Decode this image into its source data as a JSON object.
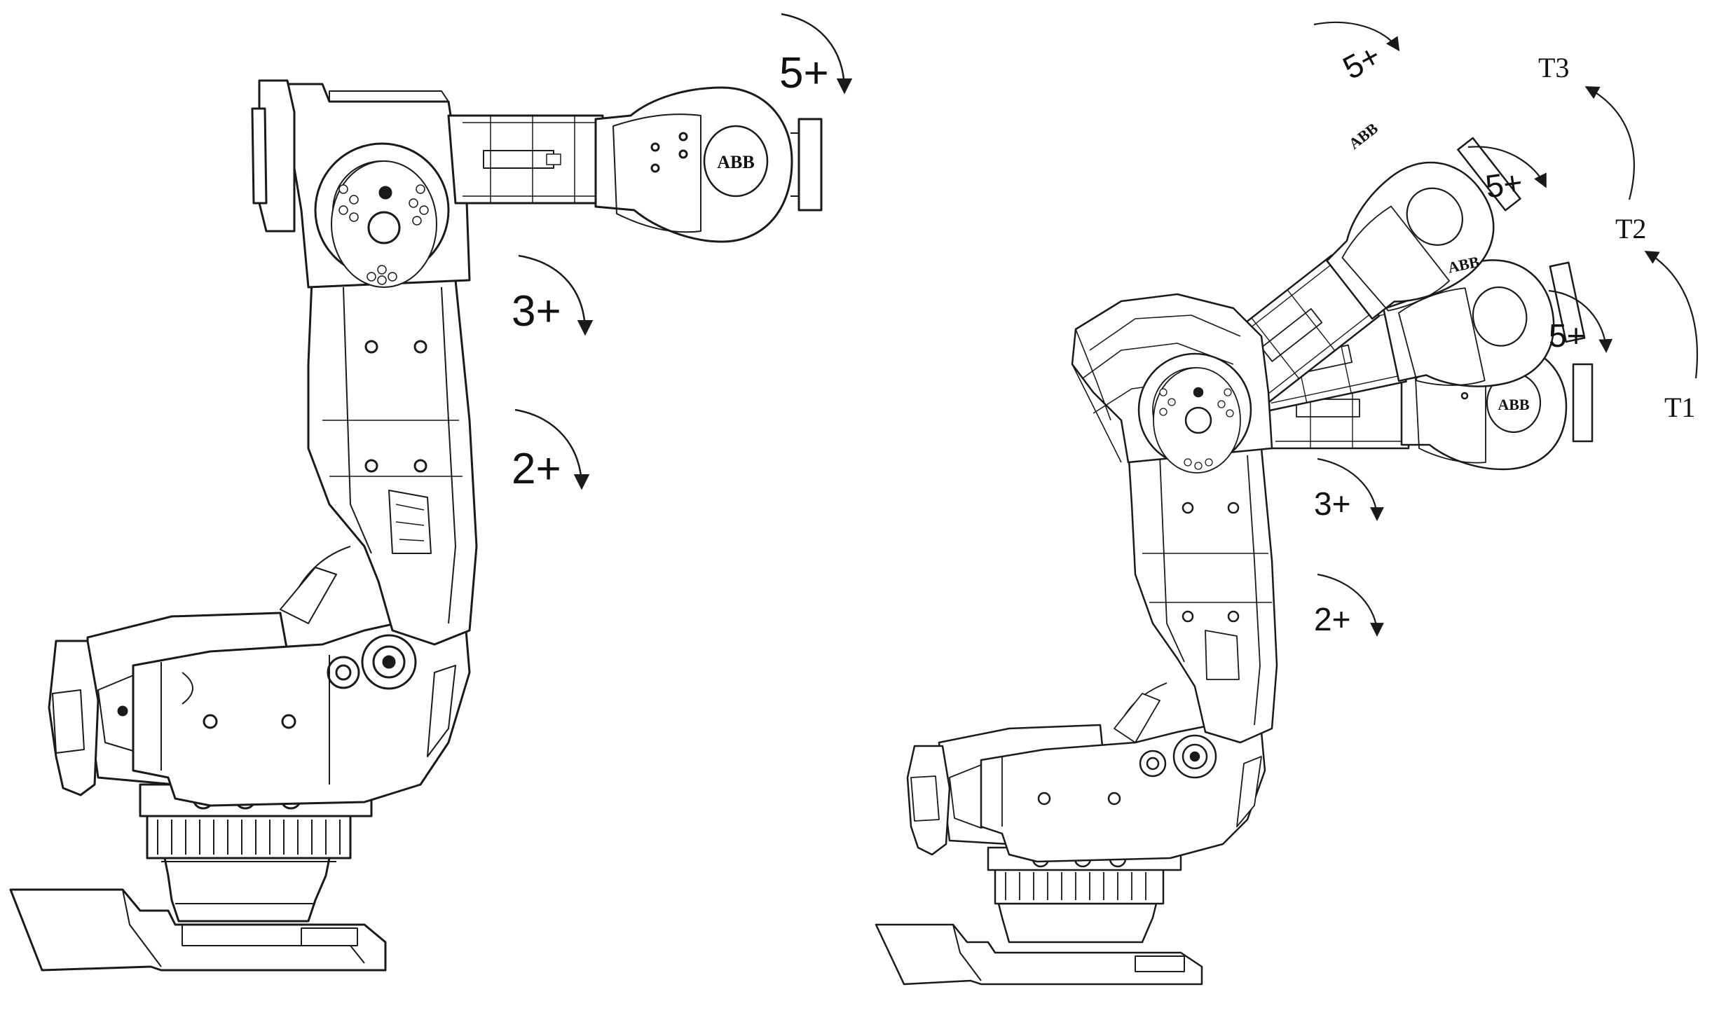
{
  "figure": {
    "left": {
      "axis_labels": {
        "a5": "5+",
        "a3": "3+",
        "a2": "2+"
      },
      "logo": "ABB"
    },
    "right": {
      "axis_labels": {
        "a5_top": "5+",
        "a5_mid": "5+",
        "a5_low": "5+",
        "a3": "3+",
        "a2": "2+"
      },
      "tool_labels": {
        "t1": "T1",
        "t2": "T2",
        "t3": "T3"
      },
      "logo": "ABB"
    }
  },
  "colors": {
    "line": "#1a1a1a",
    "fill": "#ffffff",
    "hatch": "#555555"
  }
}
